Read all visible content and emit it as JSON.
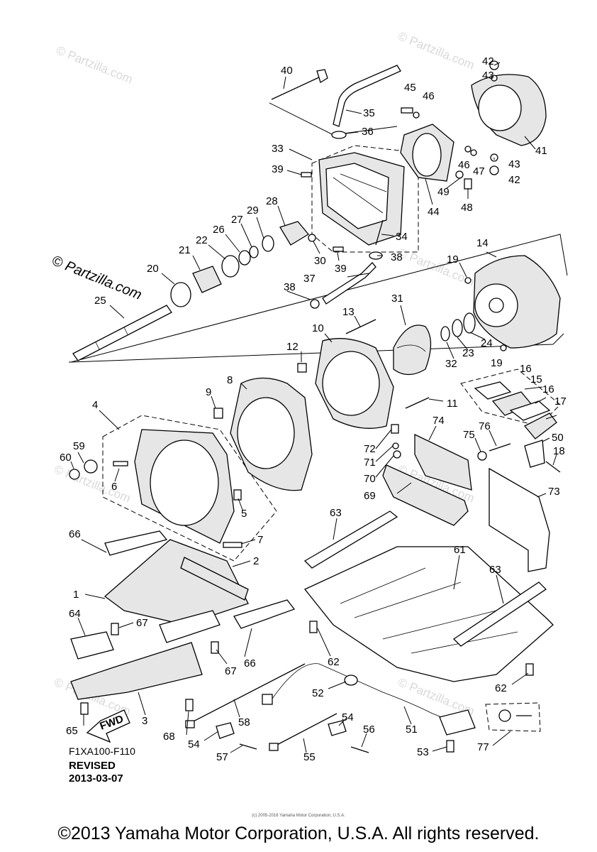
{
  "watermark": "© Partzilla.com",
  "partzilla_stamp": "© Partzilla.com",
  "diagram_code": "F1XA100-F110",
  "revised_label": "REVISED",
  "revised_date": "2013-03-07",
  "fwd_label": "FWD",
  "tiny_copyright": "(c) 2005-2016 Yamaha Motor Corporation, U.S.A.",
  "copyright": "©2013 Yamaha Motor Corporation, U.S.A. All rights reserved.",
  "callouts": {
    "c1": "1",
    "c2": "2",
    "c3": "3",
    "c4": "4",
    "c5": "5",
    "c6": "6",
    "c7": "7",
    "c8": "8",
    "c9": "9",
    "c10": "10",
    "c11": "11",
    "c12": "12",
    "c13": "13",
    "c14": "14",
    "c15": "15",
    "c16a": "16",
    "c16b": "16",
    "c17": "17",
    "c18": "18",
    "c19a": "19",
    "c19b": "19",
    "c20": "20",
    "c21": "21",
    "c22": "22",
    "c23": "23",
    "c24": "24",
    "c25": "25",
    "c26": "26",
    "c27": "27",
    "c28": "28",
    "c29": "29",
    "c30": "30",
    "c31": "31",
    "c32": "32",
    "c33": "33",
    "c34": "34",
    "c35": "35",
    "c36": "36",
    "c37": "37",
    "c38a": "38",
    "c38b": "38",
    "c39a": "39",
    "c39b": "39",
    "c40": "40",
    "c41": "41",
    "c42a": "42",
    "c42b": "42",
    "c43a": "43",
    "c43b": "43",
    "c44": "44",
    "c45": "45",
    "c46a": "46",
    "c46b": "46",
    "c47": "47",
    "c48": "48",
    "c49": "49",
    "c50": "50",
    "c51": "51",
    "c52": "52",
    "c53": "53",
    "c54a": "54",
    "c54b": "54",
    "c55": "55",
    "c56": "56",
    "c57": "57",
    "c58": "58",
    "c59": "59",
    "c60": "60",
    "c61": "61",
    "c62a": "62",
    "c62b": "62",
    "c63a": "63",
    "c63b": "63",
    "c64": "64",
    "c65": "65",
    "c66a": "66",
    "c66b": "66",
    "c67a": "67",
    "c67b": "67",
    "c68": "68",
    "c69": "69",
    "c70": "70",
    "c71": "71",
    "c72": "72",
    "c73": "73",
    "c74": "74",
    "c75": "75",
    "c76": "76",
    "c77": "77"
  }
}
